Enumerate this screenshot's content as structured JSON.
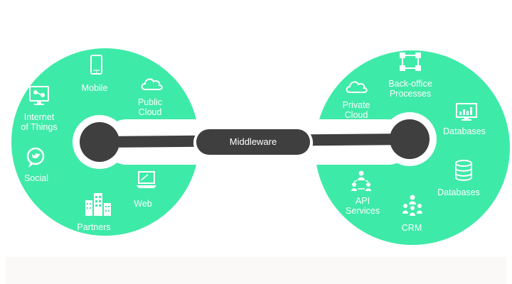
{
  "colors": {
    "accent": "#3eeaa8",
    "dark": "#3f3f3f",
    "text": "#ffffff",
    "band": "#fbf8f8"
  },
  "middleware": {
    "label": "Middleware"
  },
  "left_nodes": [
    {
      "label": "Internet\nof Things",
      "icon": "iot-monitor-icon"
    },
    {
      "label": "Mobile",
      "icon": "mobile-phone-icon"
    },
    {
      "label": "Public\nCloud",
      "icon": "cloud-icon"
    },
    {
      "label": "Social",
      "icon": "social-bird-icon"
    },
    {
      "label": "Web",
      "icon": "laptop-icon"
    },
    {
      "label": "Partners",
      "icon": "buildings-icon"
    }
  ],
  "right_nodes": [
    {
      "label": "Back-office\nProcesses",
      "icon": "process-flow-icon"
    },
    {
      "label": "Private\nCloud",
      "icon": "cloud-icon"
    },
    {
      "label": "Databases",
      "icon": "chart-monitor-icon"
    },
    {
      "label": "Databases",
      "icon": "database-icon"
    },
    {
      "label": "API\nServices",
      "icon": "network-people-icon"
    },
    {
      "label": "CRM",
      "icon": "team-icon"
    }
  ]
}
